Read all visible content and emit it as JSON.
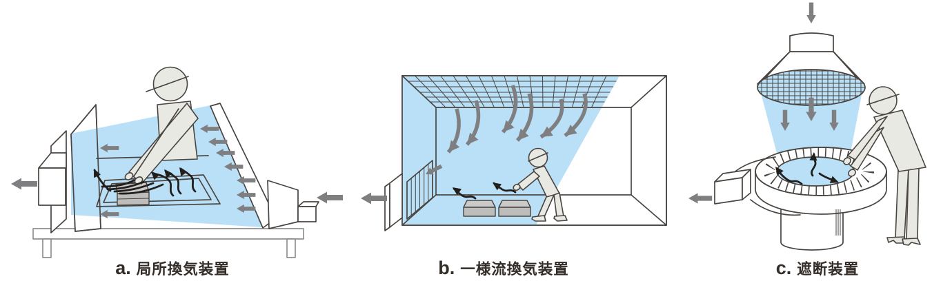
{
  "page": {
    "background": "#ffffff"
  },
  "colors": {
    "air_blue": "#b9e0f6",
    "arrow_gray": "#7f7f82",
    "outline": "#4a4440",
    "line_light": "#8f8f8f",
    "figure_fill": "#e9e9e4",
    "box_gray": "#cacac8",
    "box_gray_dark": "#bdbdbb",
    "flow_black": "#221e1b",
    "label_color": "#332c27"
  },
  "figures": [
    {
      "id": "a",
      "letter": "a.",
      "label": "局所換気装置"
    },
    {
      "id": "b",
      "letter": "b.",
      "label": "一様流換気装置"
    },
    {
      "id": "c",
      "letter": "c.",
      "label": "遮断装置"
    }
  ]
}
